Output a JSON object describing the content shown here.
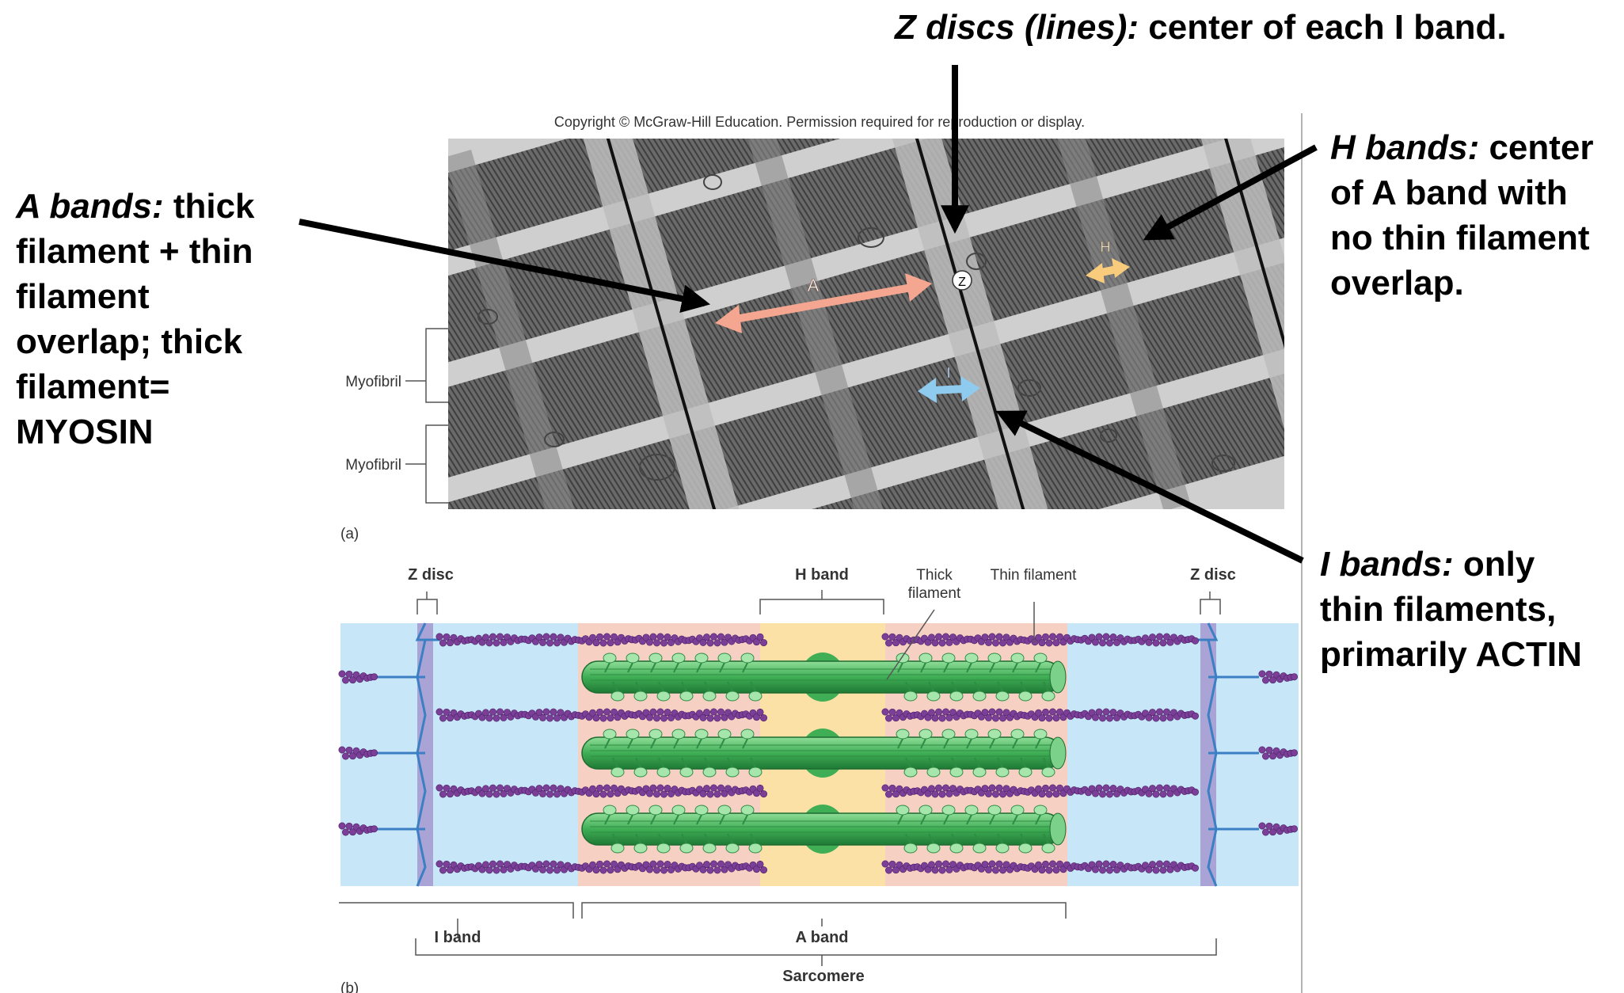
{
  "callouts": {
    "z_discs": {
      "term": "Z discs (lines):",
      "desc": " center of each I band."
    },
    "a_bands": {
      "term": "A bands:",
      "line1": " thick",
      "line2": "filament + thin",
      "line3": "filament",
      "line4": "overlap; thick",
      "line5": "filament=",
      "line6": "MYOSIN"
    },
    "h_bands": {
      "term": "H bands:",
      "line1": " center",
      "line2": "of A band with",
      "line3": "no thin filament",
      "line4": "overlap."
    },
    "i_bands": {
      "term": "I bands:",
      "line1": " only",
      "line2": "thin filaments,",
      "line3": "primarily ACTIN"
    }
  },
  "micrograph": {
    "copyright": "Copyright © McGraw-Hill Education. Permission required for reproduction or display.",
    "band_letters": {
      "a": "A",
      "z": "Z",
      "h": "H",
      "i": "I"
    },
    "myofibril_1": "Myofibril",
    "myofibril_2": "Myofibril",
    "panel_a": "(a)"
  },
  "schematic": {
    "z_disc_left": "Z disc",
    "z_disc_right": "Z disc",
    "h_band": "H band",
    "thick_filament_1": "Thick",
    "thick_filament_2": "filament",
    "thin_filament": "Thin filament",
    "i_band": "I band",
    "a_band": "A band",
    "sarcomere": "Sarcomere",
    "panel_b": "(b)"
  },
  "colors": {
    "i_band_zone": "#c7e7f8",
    "a_band_zone": "#f7d0c4",
    "h_band_zone": "#fbe1a6",
    "z_disc": "#a9a3d6",
    "thick_filament": "#3fae55",
    "thin_filament": "#7b3f98",
    "a_arrow": "#f4a690",
    "h_arrow": "#f8cb7d",
    "i_arrow": "#8fcbee"
  }
}
